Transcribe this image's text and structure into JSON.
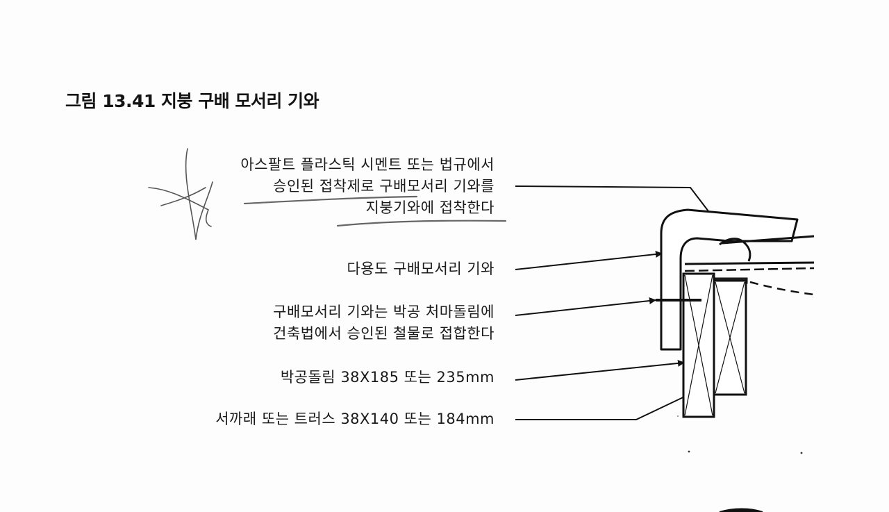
{
  "figure": {
    "title": "그림 13.41 지붕 구배 모서리 기와"
  },
  "callouts": {
    "asphalt_cement": {
      "lines": [
        "아스팔트 플라스틱 시멘트 또는 법규에서",
        "승인된 접착제로 구배모서리 기와를",
        "지붕기와에 접착한다"
      ]
    },
    "multi_purpose_edging": {
      "lines": [
        "다용도 구배모서리 기와"
      ]
    },
    "fastening": {
      "lines": [
        "구배모서리 기와는 박공 처마돌림에",
        "건축법에서 승인된 철물로 접합한다"
      ]
    },
    "fascia_board": {
      "lines": [
        "박공돌림 38X185 또는 235mm"
      ]
    },
    "rafter_or_truss": {
      "lines": [
        "서까래 또는 트러스 38X140 또는 184mm"
      ]
    }
  },
  "colors": {
    "ink": "#111111",
    "pencil": "#555555"
  }
}
